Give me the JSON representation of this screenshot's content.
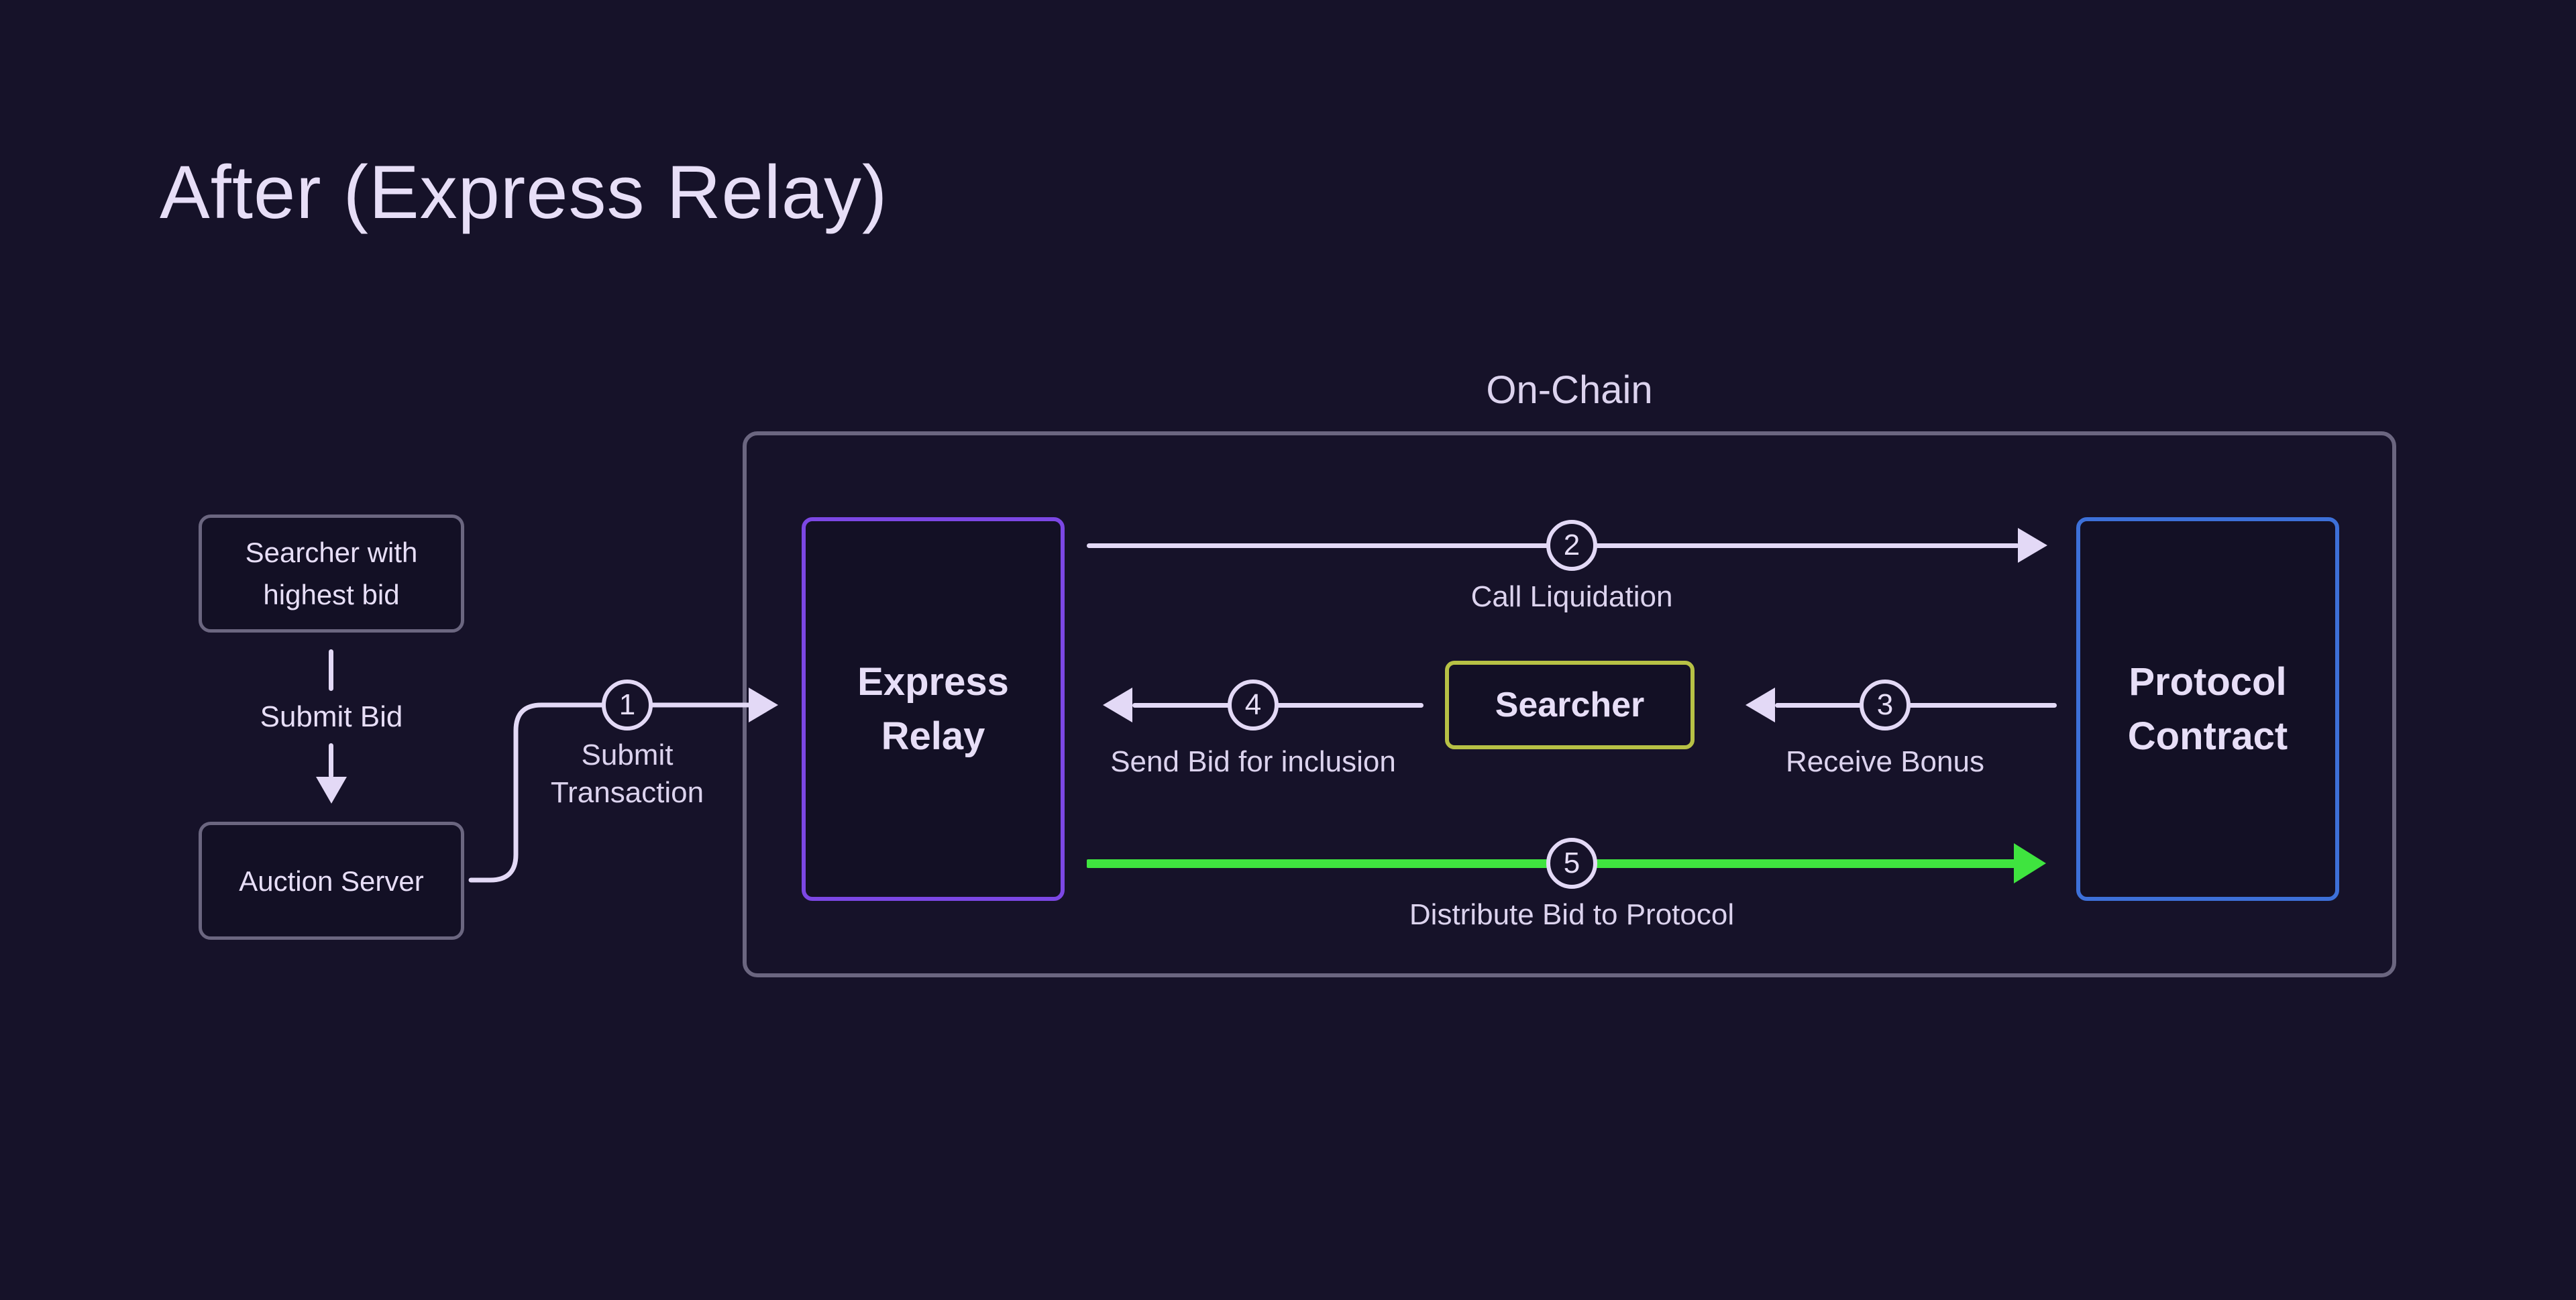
{
  "title": "After (Express Relay)",
  "theme": {
    "background": "#161229",
    "box_fill": "#131025",
    "lavender": "#e3d9f6",
    "text": "#e7def7",
    "muted_text": "#dcd3ee",
    "gray_border": "#6b6680",
    "purple": "#7c47e4",
    "blue": "#3d70d8",
    "yellow": "#b7c145",
    "green": "#3fe43f"
  },
  "onchain": {
    "label": "On-Chain"
  },
  "nodes": {
    "searcher_bid": {
      "line1": "Searcher with",
      "line2": "highest bid"
    },
    "auction_server": {
      "label": "Auction Server"
    },
    "express_relay": {
      "line1": "Express",
      "line2": "Relay"
    },
    "searcher": {
      "label": "Searcher"
    },
    "protocol_contract": {
      "line1": "Protocol",
      "line2": "Contract"
    }
  },
  "edges": {
    "submit_bid": {
      "label": "Submit Bid"
    },
    "step1": {
      "number": "1",
      "line1": "Submit",
      "line2": "Transaction"
    },
    "step2": {
      "number": "2",
      "label": "Call Liquidation"
    },
    "step3": {
      "number": "3",
      "label": "Receive Bonus"
    },
    "step4": {
      "number": "4",
      "label": "Send Bid for inclusion"
    },
    "step5": {
      "number": "5",
      "label": "Distribute Bid to Protocol"
    }
  }
}
